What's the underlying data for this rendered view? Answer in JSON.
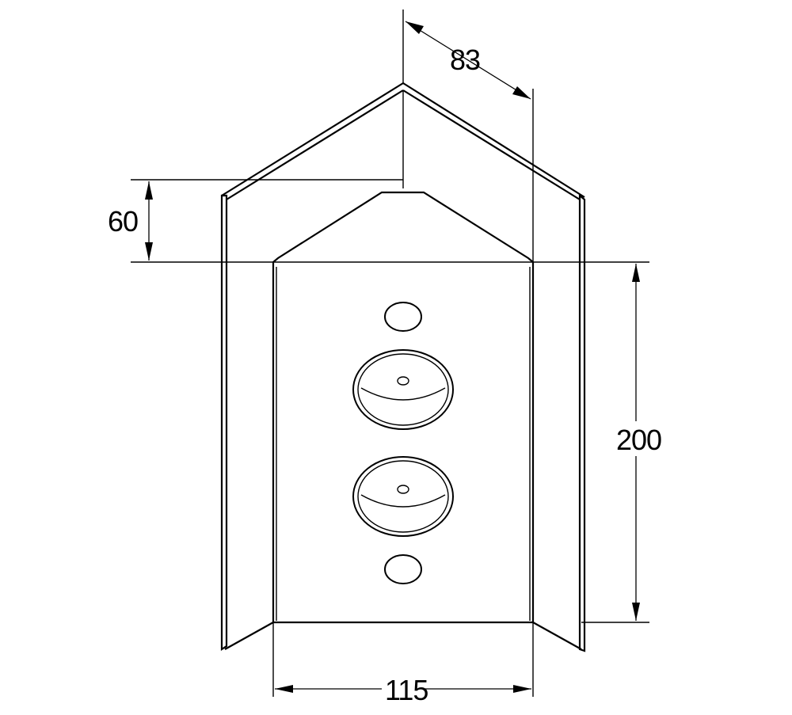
{
  "dimensions": {
    "top_depth": "83",
    "roof_height": "60",
    "plate_height": "200",
    "plate_width": "115"
  },
  "colors": {
    "line": "#000000",
    "background": "#ffffff"
  }
}
